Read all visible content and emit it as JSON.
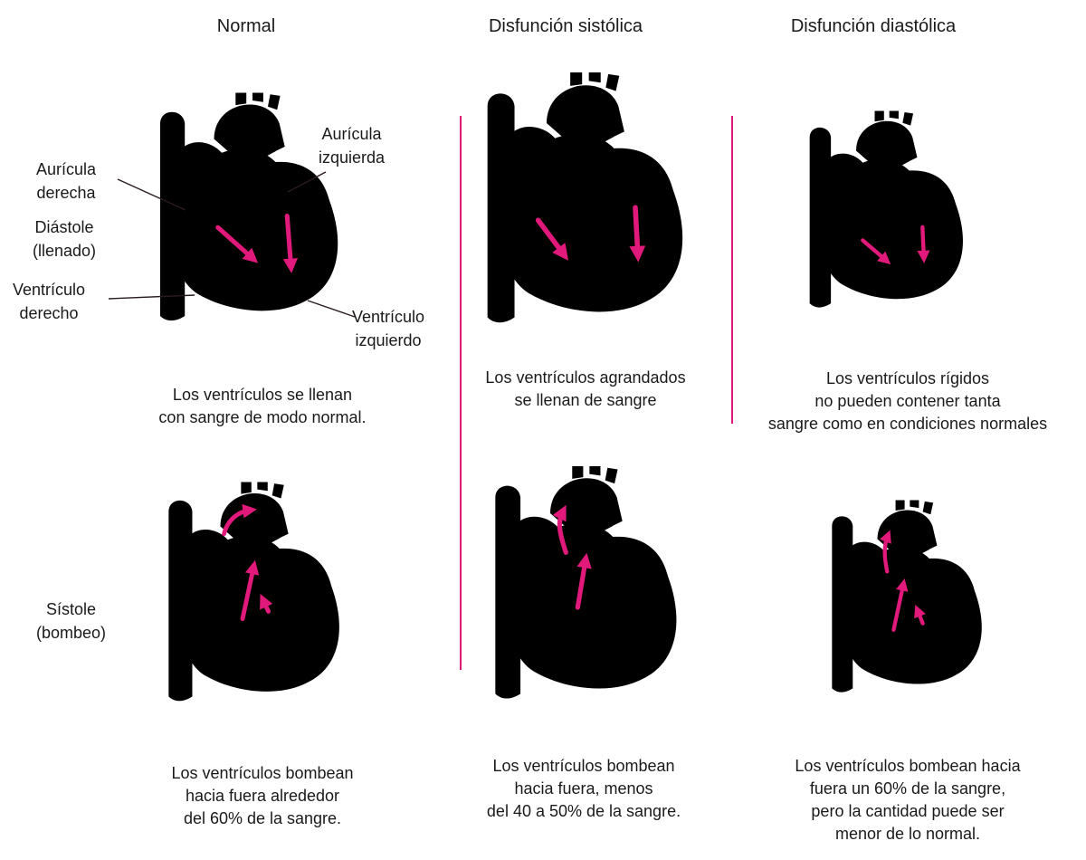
{
  "columns": {
    "normal": {
      "title": "Normal",
      "diastole_caption": [
        "Los ventrículos se llenan",
        "con sangre de modo normal."
      ],
      "systole_caption": [
        "Los ventrículos bombean",
        "hacia fuera alrededor",
        "del 60% de la sangre."
      ]
    },
    "systolic": {
      "title": "Disfunción sistólica",
      "diastole_caption": [
        "Los ventrículos agrandados",
        "se llenan de sangre"
      ],
      "systole_caption": [
        "Los ventrículos bombean",
        "hacia fuera, menos",
        "del 40 a 50% de la sangre."
      ]
    },
    "diastolic": {
      "title": "Disfunción diastólica",
      "diastole_caption": [
        "Los ventrículos rígidos",
        "no pueden contener tanta",
        "sangre como en condiciones normales"
      ],
      "systole_caption": [
        "Los ventrículos bombean hacia",
        "fuera un 60% de la sangre,",
        "pero la cantidad puede ser",
        "menor de lo normal."
      ]
    }
  },
  "labels": {
    "right_atrium": [
      "Aurícula",
      "derecha"
    ],
    "left_atrium": [
      "Aurícula",
      "izquierda"
    ],
    "diastole": [
      "Diástole",
      "(llenado)"
    ],
    "right_ventricle": [
      "Ventrículo",
      "derecho"
    ],
    "left_ventricle": [
      "Ventrículo",
      "izquierdo"
    ],
    "systole": [
      "Sístole",
      "(bombeo)"
    ]
  },
  "colors": {
    "arrow": "#e0197a",
    "divider": "#e0197a",
    "heart_fill": "#f6c2d8",
    "chamber_fill": "#eba8c6",
    "outline": "#2a1a22"
  }
}
